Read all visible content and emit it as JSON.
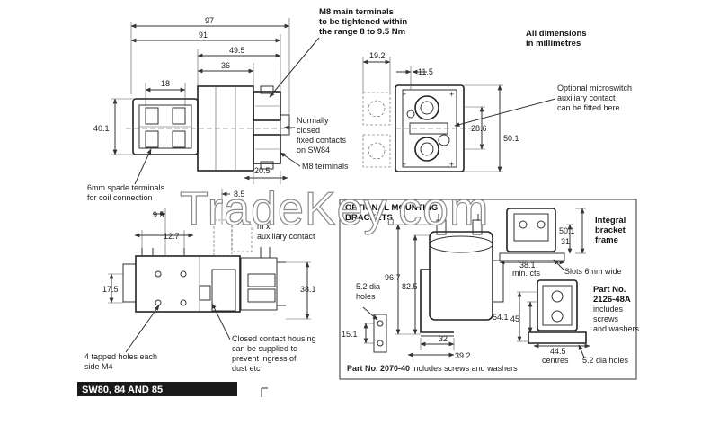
{
  "header_note": "M8 main terminals\nto be tightened within\nthe range 8 to 9.5 Nm",
  "units_note": "All dimensions\nin millimetres",
  "labels": {
    "normally_closed": "Normally\nclosed\nfixed contacts\non SW84",
    "m8_terminals": "M8 terminals",
    "spade_terminals": "6mm spade terminals\nfor coil connection",
    "aux_contact": "m      x\nauxiliary contact",
    "tapped_holes": "4 tapped holes each\nside M4",
    "housing": "Closed contact housing\ncan be supplied to\nprevent ingress of\ndust etc",
    "microswitch": "Optional microswitch\nauxiliary contact\ncan be fitted here",
    "optional_mounting": "OPTIONAL MOUNTING\nBRACKETS",
    "integral_bracket": "Integral\nbracket\nframe",
    "slots": "Slots 6mm wide",
    "min_cts": "min. cts",
    "hole_5_2_left": "5.2 dia\nholes",
    "part_2126_title": "Part No.\n2126-48A",
    "part_2126_desc": "includes\nscrews\nand washers",
    "centres": "centres",
    "hole_5_2_right": "5.2 dia holes",
    "part_2070_num": "Part No. 2070-40",
    "part_2070_desc": " includes screws and washers",
    "model": "SW80, 84 AND 85"
  },
  "dimensions": {
    "d97": "97",
    "d91": "91",
    "d49_5": "49.5",
    "d36": "36",
    "d18": "18",
    "d40_1": "40.1",
    "d20_5": "20.5",
    "d8_5": "8.5",
    "d9_5": "9.5",
    "d12_7": "12.7",
    "d17_5": "17.5",
    "d38_1_side": "38.1",
    "d19_2": "19.2",
    "d11_5": "11.5",
    "d28_6": "28.6",
    "d50_1_end": "50.1",
    "d96_7": "96.7",
    "d82_5": "82.5",
    "d15_1": "15.1",
    "d32": "32",
    "d39_2": "39.2",
    "d50_1_br": "50.1",
    "d31": "31",
    "d38_1_br": "38.1",
    "d54_1": "54.1",
    "d45": "45",
    "d44_5": "44.5"
  },
  "watermark": "TradeKey.com",
  "colors": {
    "ink": "#222222",
    "paper": "#ffffff",
    "model_band": "#1a1a1a",
    "watermark_edge": "#8a8a8a"
  }
}
